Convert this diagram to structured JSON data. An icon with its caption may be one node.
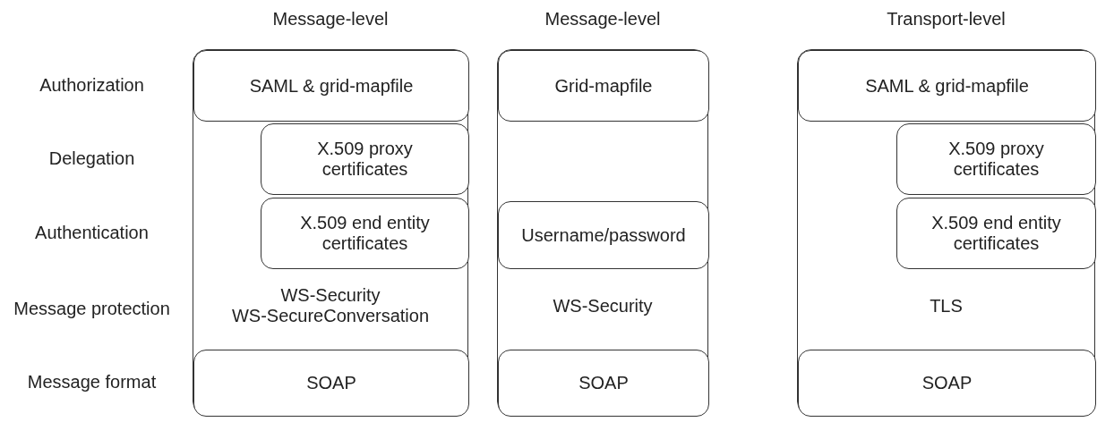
{
  "diagram": {
    "nodes": [
      {
        "text": [
          "Message-level",
          "WS-Security WS-SecureConversation"
        ]
      },
      {
        "text": [
          "SAML & grid-mapfile"
        ],
        "in": 0
      },
      {
        "text": [
          "X.509 proxy certificates"
        ],
        "in": 0
      },
      {
        "text": [
          "X.509 end entity certificates"
        ],
        "in": 0
      },
      {
        "text": [
          "SOAP"
        ],
        "in": 0
      },
      {
        "text": [
          "Message-level",
          "WS-Security"
        ]
      },
      {
        "text": [
          "Grid-mapfile"
        ],
        "in": 5
      },
      {
        "text": [
          "Username/password"
        ],
        "in": 5
      },
      {
        "text": [
          "SOAP"
        ],
        "in": 5
      },
      {
        "text": [
          "Transport-level",
          "TLS"
        ]
      },
      {
        "text": [
          "SAML & grid-mapfile"
        ],
        "in": 9
      },
      {
        "text": [
          "X.509 proxy certificates"
        ],
        "in": 9
      },
      {
        "text": [
          "X.509 end entity certificates"
        ],
        "in": 9
      },
      {
        "text": [
          "SOAP"
        ],
        "in": 9
      }
    ],
    "labels": [
      "Authorization",
      "Delegation",
      "Authentication",
      "Message protection",
      "Message format"
    ]
  }
}
